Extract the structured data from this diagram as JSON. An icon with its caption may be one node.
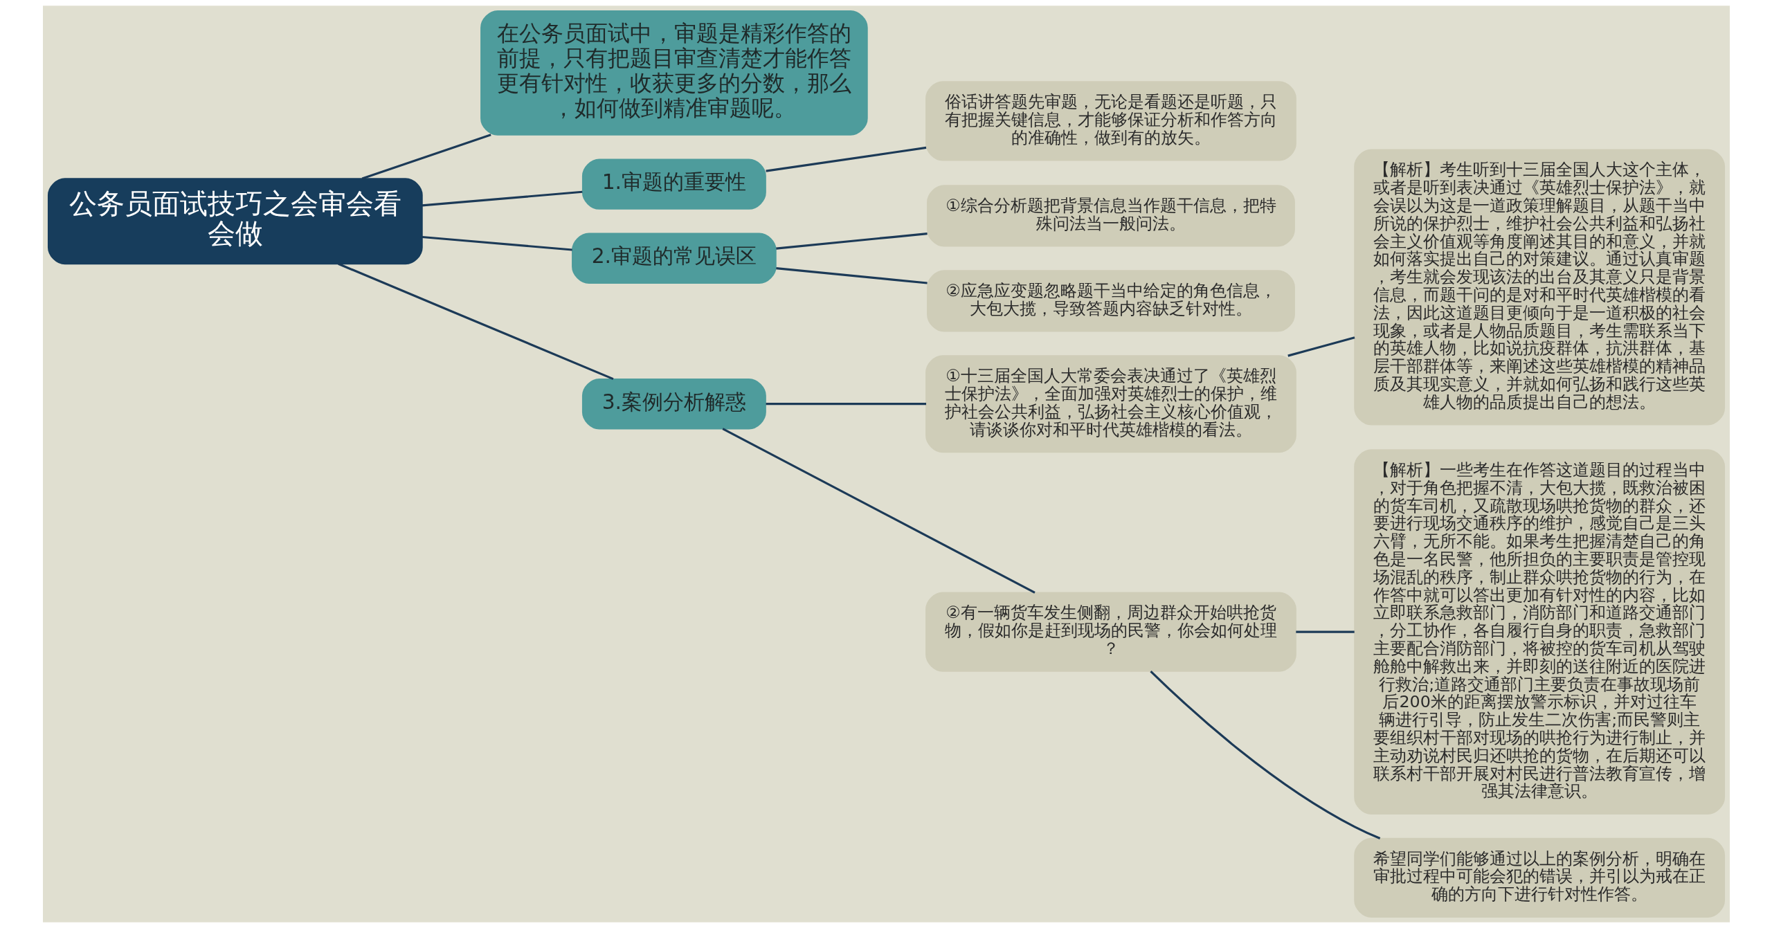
{
  "diagram": {
    "nodes": [
      {
        "text": [
          "公务员面试技巧之会审会看会做"
        ]
      },
      {
        "text": [
          "在公务员面试中，审题是精彩作答的前提，只有把题目审查清楚才能作答更有针对性，收获更多的分数，那么，如何做到精准审题呢。"
        ]
      },
      {
        "text": [
          "1.审题的重要性"
        ]
      },
      {
        "text": [
          "俗话讲答题先审题，无论是看题还是听题，只有把握关键信息，才能够保证分析和作答方向的准确性，做到有的放矢。"
        ]
      },
      {
        "text": [
          "2.审题的常见误区"
        ]
      },
      {
        "text": [
          "①综合分析题把背景信息当作题干信息，把特殊问法当一般问法。"
        ]
      },
      {
        "text": [
          "②应急应变题忽略题干当中给定的角色信息，大包大揽，导致答题内容缺乏针对性。"
        ]
      },
      {
        "text": [
          "3.案例分析解惑"
        ]
      },
      {
        "text": [
          "①十三届全国人大常委会表决通过了《英雄烈士保护法》，全面加强对英雄烈士的保护，维护社会公共利益，弘扬社会主义核心价值观，请谈谈你对和平时代英雄楷模的看法。"
        ]
      },
      {
        "text": [
          "【解析】考生听到十三届全国人大这个主体，或者是听到表决通过《英雄烈士保护法》，就会误以为这是一道政策理解题目，从题干当中所说的保护烈士，维护社会公共利益和弘扬社会主义价值观等角度阐述其目的和意义，并就如何落实提出自己的对策建议。通过认真审题，考生就会发现该法的出台及其意义只是背景信息，而题干问的是对和平时代英雄楷模的看法，因此这道题目更倾向于是一道积极的社会现象，或者是人物品质题目，考生需联系当下的英雄人物，比如说抗疫群体，抗洪群体，基层干部群体等，来阐述这些英雄楷模的精神品质及其现实意义，并就如何弘扬和践行这些英雄人物的品质提出自己的想法。"
        ]
      },
      {
        "text": [
          "②有一辆货车发生侧翻，周边群众开始哄抢货物，假如你是赶到现场的民警，你会如何处理？"
        ]
      },
      {
        "text": [
          "【解析】一些考生在作答这道题目的过程当中，对于角色把握不清，大包大揽，既救治被困的货车司机，又疏散现场哄抢货物的群众，还要进行现场交通秩序的维护，感觉自己是三头六臂，无所不能。如果考生把握清楚自己的角色是一名民警，他所担负的主要职责是管控现场混乱的秩序，制止群众哄抢货物的行为，在作答中就可以答出更加有针对性的内容，比如立即联系急救部门，消防部门和道路交通部门，分工协作，各自履行自身的职责，急救部门主要配合消防部门，将被控的货车司机从驾驶舱舱中解救出来，并即刻的送往附近的医院进行救治;道路交通部门主要负责在事故现场前后200米的距离摆放警示标识，并对过往车辆进行引导，防止发生二次伤害;而民警则主要组织村干部对现场的哄抢行为进行制止，并主动劝说村民归还哄抢的货物，在后期还可以联系村干部开展对村民进行普法教育宣传，增强其法律意识。"
        ]
      },
      {
        "text": [
          "希望同学们能够通过以上的案例分析，明确在审批过程中可能会犯的错误，并引以为戒在正确的方向下进行针对性作答。"
        ]
      }
    ],
    "edges": [
      {
        "from": 0,
        "to": 1,
        "arrow": "none"
      },
      {
        "from": 0,
        "to": 2,
        "arrow": "none"
      },
      {
        "from": 2,
        "to": 3,
        "arrow": "none"
      },
      {
        "from": 0,
        "to": 4,
        "arrow": "none"
      },
      {
        "from": 4,
        "to": 5,
        "arrow": "none"
      },
      {
        "from": 4,
        "to": 6,
        "arrow": "none"
      },
      {
        "from": 0,
        "to": 7,
        "arrow": "none"
      },
      {
        "from": 7,
        "to": 8,
        "arrow": "none"
      },
      {
        "from": 8,
        "to": 9,
        "arrow": "none"
      },
      {
        "from": 7,
        "to": 10,
        "arrow": "none"
      },
      {
        "from": 10,
        "to": 11,
        "arrow": "none"
      },
      {
        "from": 10,
        "to": 12,
        "arrow": "none"
      }
    ]
  }
}
